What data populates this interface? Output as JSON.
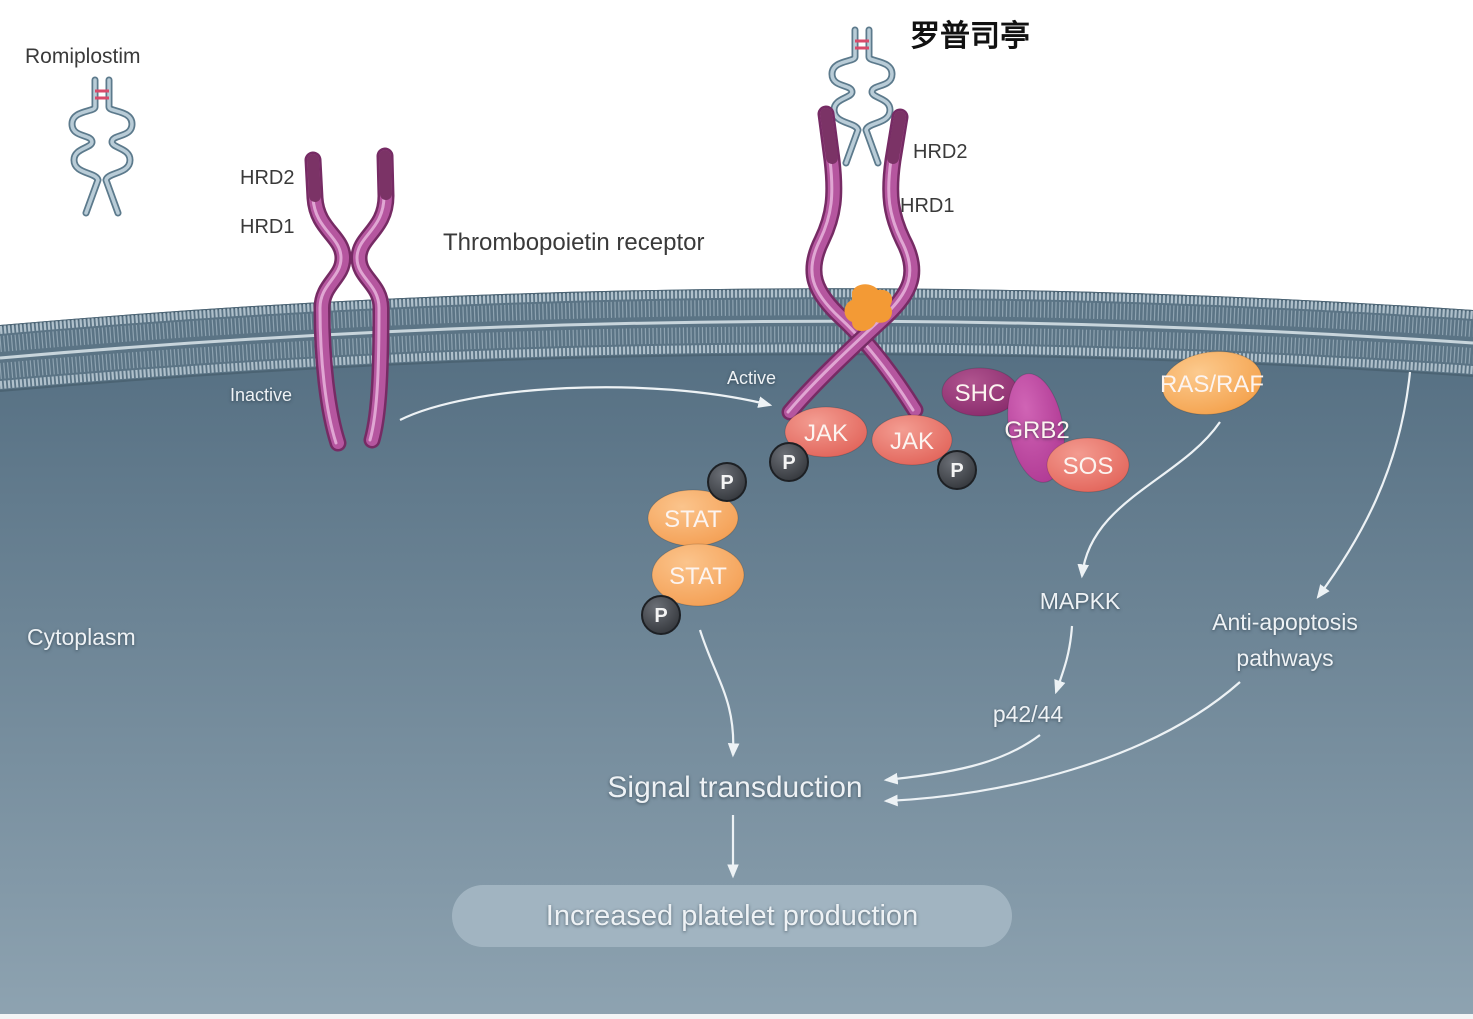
{
  "ligand": {
    "name": "Romiplostim",
    "name_cn": "罗普司亭"
  },
  "receptor": {
    "name": "Thrombopoietin receptor",
    "inactive": {
      "hrd2": "HRD2",
      "hrd1": "HRD1",
      "state": "Inactive"
    },
    "active": {
      "hrd2": "HRD2",
      "hrd1": "HRD1",
      "state": "Active"
    }
  },
  "compartment": {
    "cytoplasm": "Cytoplasm"
  },
  "proteins": {
    "jak": [
      "JAK",
      "JAK"
    ],
    "stat": [
      "STAT",
      "STAT"
    ],
    "phosphates": [
      "P",
      "P",
      "P",
      "P"
    ],
    "shc": "SHC",
    "grb2": "GRB2",
    "sos": "SOS",
    "ras_raf": "RAS/RAF"
  },
  "pathway": {
    "mapkk": "MAPKK",
    "p42_44": "p42/44",
    "anti_apoptosis": [
      "Anti-apoptosis",
      "pathways"
    ],
    "signal_transduction": "Signal transduction",
    "outcome": "Increased platelet production"
  },
  "colors": {
    "membrane": "#5b7485",
    "cytoplasm_top": "#567083",
    "cytoplasm_bottom": "#8ea3b1",
    "receptor": "#b5569f",
    "receptor_tip": "#7b3366",
    "ligand_linker": "#d94a6b",
    "activation_site": "#f39a35",
    "jak": "#e2655b",
    "stat": "#f4a055",
    "phosphate": "#34373c",
    "shc": "#8a2c6d",
    "grb2": "#b03a94",
    "sos": "#e3665c",
    "ras_raf": "#f4a24d",
    "outcome_box": "#a4b7c3"
  }
}
